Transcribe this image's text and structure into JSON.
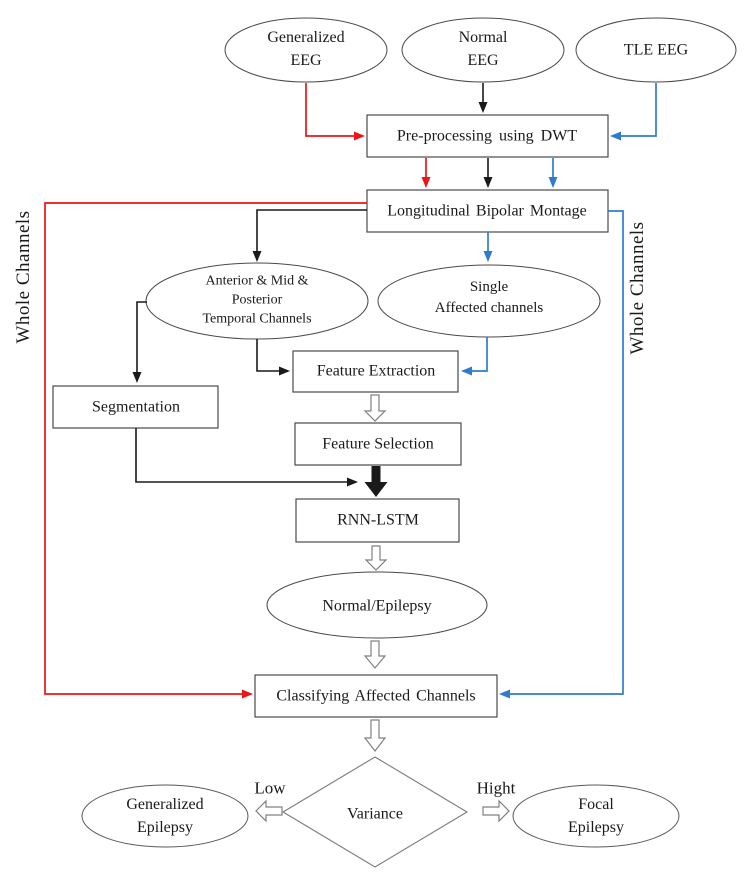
{
  "figure": {
    "type": "flowchart",
    "nodes": {
      "generalized_eeg": {
        "shape": "ellipse",
        "line1": "Generalized",
        "line2": "EEG"
      },
      "normal_eeg": {
        "shape": "ellipse",
        "line1": "Normal",
        "line2": "EEG"
      },
      "tle_eeg": {
        "shape": "ellipse",
        "label": "TLE EEG"
      },
      "preprocessing": {
        "shape": "rect",
        "label": "Pre-processing using DWT"
      },
      "montage": {
        "shape": "rect",
        "label": "Longitudinal Bipolar Montage"
      },
      "temporal_channels": {
        "shape": "ellipse",
        "line1": "Anterior & Mid &",
        "line2": "Posterior",
        "line3": "Temporal Channels"
      },
      "single_affected": {
        "shape": "ellipse",
        "line1": "Single",
        "line2": "Affected channels"
      },
      "feature_extraction": {
        "shape": "rect",
        "label": "Feature Extraction"
      },
      "segmentation": {
        "shape": "rect",
        "label": "Segmentation"
      },
      "feature_selection": {
        "shape": "rect",
        "label": "Feature Selection"
      },
      "rnn_lstm": {
        "shape": "rect",
        "label": "RNN-LSTM"
      },
      "normal_epilepsy": {
        "shape": "ellipse",
        "label": "Normal/Epilepsy"
      },
      "classifying": {
        "shape": "rect",
        "label": "Classifying Affected Channels"
      },
      "variance": {
        "shape": "diamond",
        "label": "Variance"
      },
      "generalized_epilepsy": {
        "shape": "ellipse",
        "line1": "Generalized",
        "line2": "Epilepsy"
      },
      "focal_epilepsy": {
        "shape": "ellipse",
        "line1": "Focal",
        "line2": "Epilepsy"
      }
    },
    "edge_labels": {
      "low": "Low",
      "high": "Hight"
    },
    "side_labels": {
      "left": "Whole Channels",
      "right": "Whole Channels"
    },
    "colors": {
      "red_path": "#ee1515",
      "blue_path": "#2f7bd0",
      "black_path": "#1a1a1a",
      "shape_border": "#4a4a4a",
      "diamond_border": "#7a7a7a",
      "hollow_arrow_border": "#808080",
      "background": "#ffffff"
    }
  }
}
